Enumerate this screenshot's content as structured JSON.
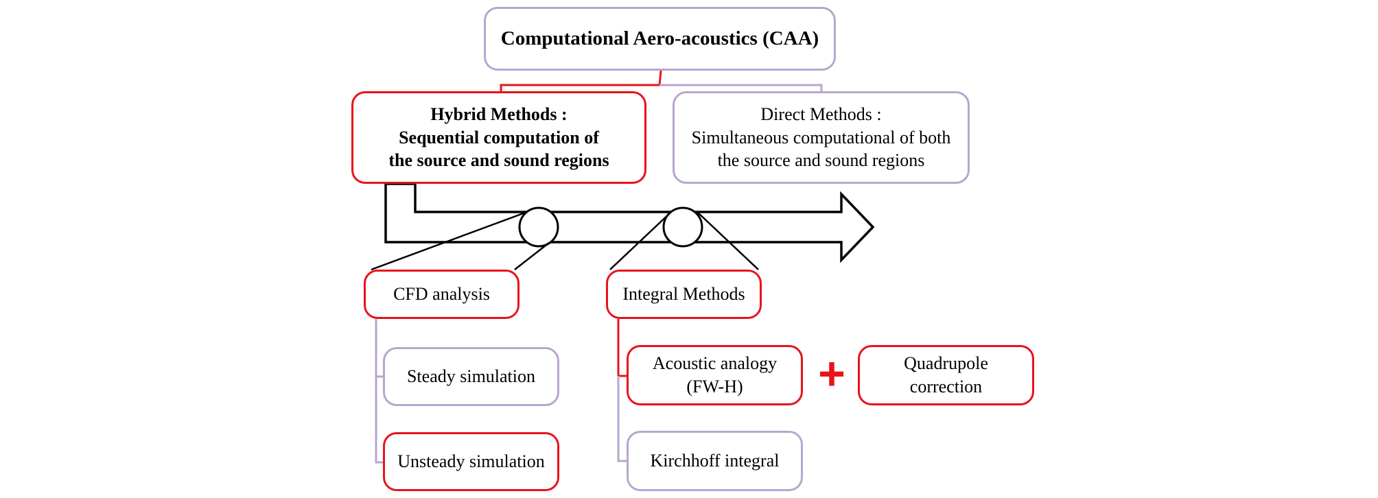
{
  "nodes": {
    "caa": {
      "title": "Computational Aero-acoustics (CAA)"
    },
    "hybrid": {
      "line1": "Hybrid Methods :",
      "line2": "Sequential computation of",
      "line3": "the source and sound regions"
    },
    "direct": {
      "line1": "Direct Methods :",
      "line2": "Simultaneous computational of both",
      "line3": "the source and sound regions"
    },
    "cfd": {
      "label": "CFD analysis"
    },
    "integral": {
      "label": "Integral Methods"
    },
    "steady": {
      "label": "Steady simulation"
    },
    "unsteady": {
      "label": "Unsteady simulation"
    },
    "acoustic": {
      "line1": "Acoustic analogy",
      "line2": "(FW-H)"
    },
    "quadrupole": {
      "line1": "Quadrupole",
      "line2": "correction"
    },
    "kirchhoff": {
      "label": "Kirchhoff integral"
    }
  },
  "operator": {
    "symbol": "+"
  },
  "colors": {
    "highlight": "#e8131b",
    "default_border": "#b7a6cf",
    "arrow": "#000000"
  }
}
